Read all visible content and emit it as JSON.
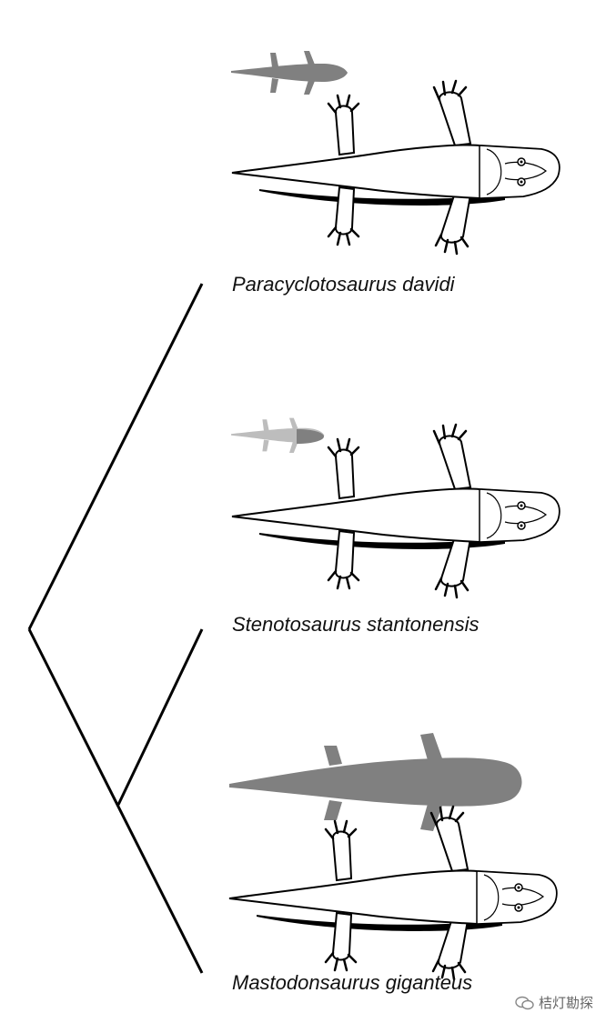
{
  "species": [
    {
      "name": "Paracyclotosaurus davidi"
    },
    {
      "name": "Stenotosaurus stantonensis"
    },
    {
      "name": "Mastodonsaurus giganteus"
    }
  ],
  "watermark": {
    "text": "桔灯勘探"
  },
  "colors": {
    "line": "#000000",
    "body_fill": "#ffffff",
    "silhouette_dark": "#808080",
    "silhouette_light": "#bdbdbd",
    "background": "#ffffff"
  }
}
